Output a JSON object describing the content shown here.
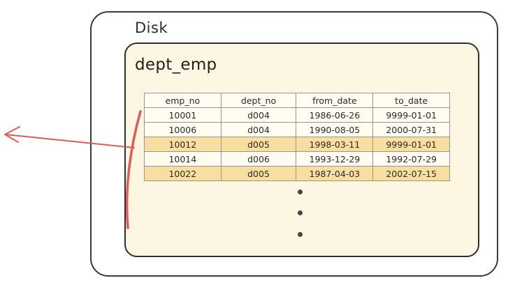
{
  "disk": {
    "label": "Disk"
  },
  "table": {
    "name": "dept_emp",
    "columns": [
      "emp_no",
      "dept_no",
      "from_date",
      "to_date"
    ],
    "rows": [
      {
        "cells": [
          "10001",
          "d004",
          "1986-06-26",
          "9999-01-01"
        ],
        "highlighted": false
      },
      {
        "cells": [
          "10006",
          "d004",
          "1990-08-05",
          "2000-07-31"
        ],
        "highlighted": false
      },
      {
        "cells": [
          "10012",
          "d005",
          "1998-03-11",
          "9999-01-01"
        ],
        "highlighted": true
      },
      {
        "cells": [
          "10014",
          "d006",
          "1993-12-29",
          "1992-07-29"
        ],
        "highlighted": false
      },
      {
        "cells": [
          "10022",
          "d005",
          "1987-04-03",
          "2002-07-15"
        ],
        "highlighted": true
      }
    ]
  },
  "colors": {
    "highlight_row": "#f8dfa0",
    "card_fill": "#fcf6e3",
    "arrow": "#e05a57"
  }
}
